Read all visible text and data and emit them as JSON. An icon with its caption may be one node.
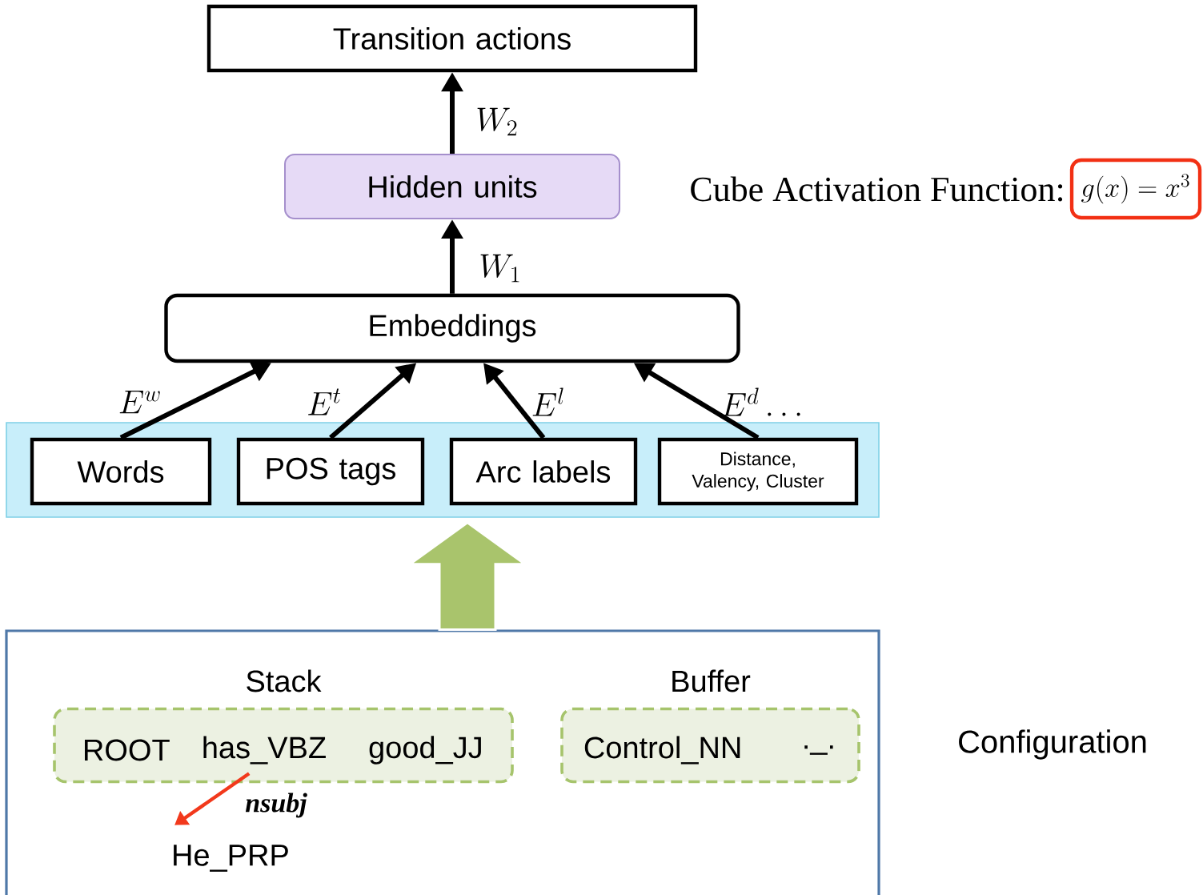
{
  "diagram": {
    "nodes": [
      {
        "text": [
          "Transition actions"
        ]
      },
      {
        "text": [
          "Hidden units"
        ]
      },
      {
        "text": [
          "Embeddings"
        ]
      },
      {
        "text": [],
        "shape": "box"
      },
      {
        "text": [
          "Words"
        ],
        "in": 3
      },
      {
        "text": [
          "POS tags"
        ],
        "in": 3
      },
      {
        "text": [
          "Arc labels"
        ],
        "in": 3
      },
      {
        "text": [
          "Distance, Valency, Cluster"
        ],
        "in": 3
      },
      {
        "text": [],
        "shape": "box",
        "beside": [
          "Configuration"
        ]
      },
      {
        "text": [
          "Stack",
          "ROOT",
          "has_VBZ",
          "good_JJ"
        ],
        "in": 8
      },
      {
        "text": [
          "Buffer",
          "Control_NN",
          "._."
        ],
        "in": 8
      },
      {
        "text": [
          "He_PRP"
        ],
        "in": 8
      },
      {
        "text": [
          "g(x)=x^3"
        ],
        "beside": [
          "Cube Activation Function:"
        ]
      }
    ],
    "edges": [
      {
        "from": 1,
        "to": 0,
        "arrow": "to",
        "label": "W_2"
      },
      {
        "from": 2,
        "to": 1,
        "arrow": "to",
        "label": "W_1"
      },
      {
        "from": 4,
        "to": 2,
        "arrow": "to",
        "label": "E^w"
      },
      {
        "from": 5,
        "to": 2,
        "arrow": "to",
        "label": "E^t"
      },
      {
        "from": 6,
        "to": 2,
        "arrow": "to",
        "label": "E^l"
      },
      {
        "from": 7,
        "to": 2,
        "arrow": "to",
        "label": "E^d\\ldots"
      },
      {
        "from": 8,
        "to": 3,
        "arrow": "to",
        "style": "thick",
        "color": "#a9c46c"
      },
      {
        "from": 9,
        "to": 11,
        "arrow": "to",
        "label": "nsubj",
        "color": "#f2391c"
      }
    ]
  }
}
